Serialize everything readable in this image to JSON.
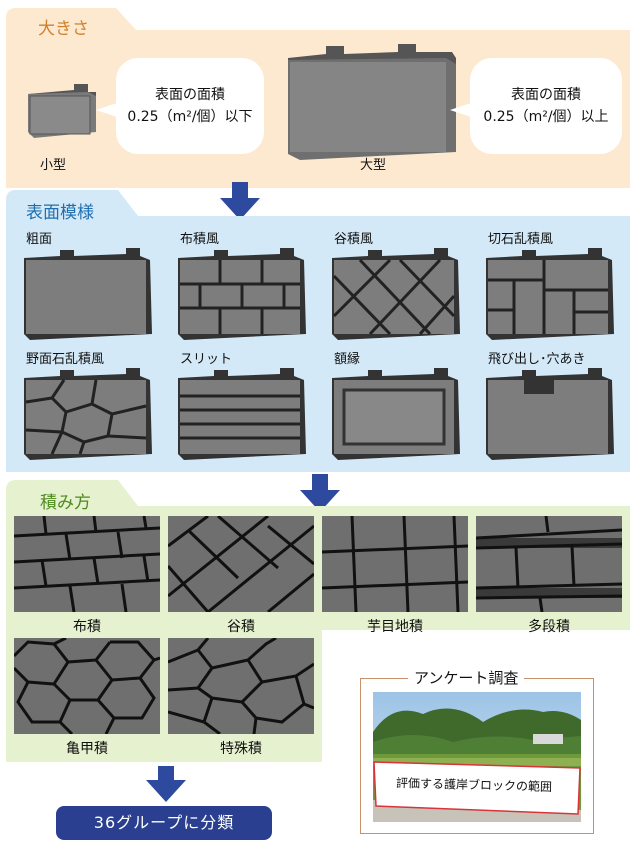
{
  "size": {
    "title": "大きさ",
    "small_label": "小型",
    "large_label": "大型",
    "small_note": [
      "表面の面積",
      "0.25（m²/個）以下"
    ],
    "large_note": [
      "表面の面積",
      "0.25（m²/個）以上"
    ]
  },
  "pattern": {
    "title": "表面模様",
    "items": [
      "粗面",
      "布積風",
      "谷積風",
      "切石乱積風",
      "野面石乱積風",
      "スリット",
      "額縁",
      "飛び出し･穴あき"
    ]
  },
  "stacking": {
    "title": "積み方",
    "items": [
      "布積",
      "谷積",
      "芋目地積",
      "多段積",
      "亀甲積",
      "特殊積"
    ]
  },
  "survey": {
    "title": "アンケート調査",
    "photo_caption": "評価する護岸ブロックの範囲"
  },
  "result": {
    "label": "36グループに分類"
  },
  "colors": {
    "size_bg": "#fde9d0",
    "pattern_bg": "#d4e9f8",
    "stacking_bg": "#e6f2cf",
    "accent_blue": "#2e4a9e",
    "size_title": "#d0802a",
    "pattern_title": "#1f6fb0",
    "stacking_title": "#4d8a1e"
  }
}
